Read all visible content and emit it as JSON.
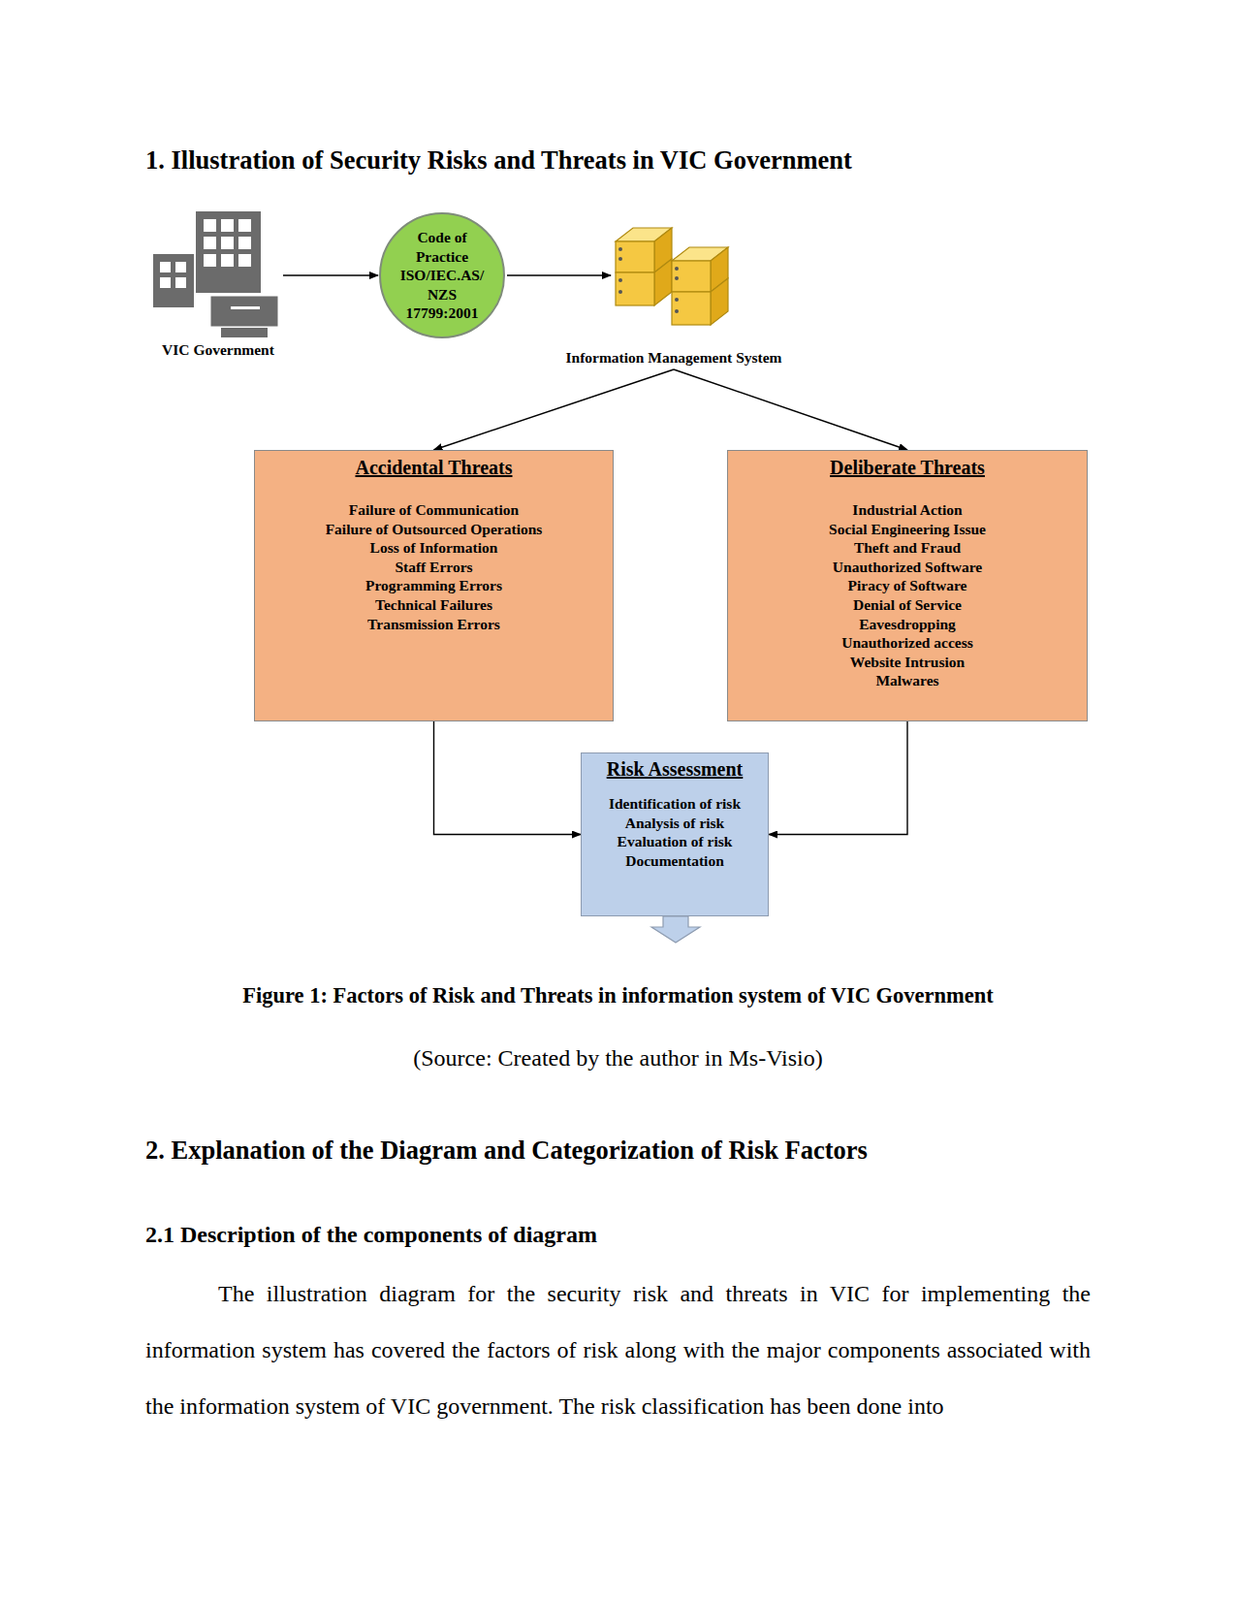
{
  "diagram": {
    "title": "1. Illustration of Security Risks and Threats in VIC Government",
    "caption": "Figure 1: Factors of Risk and Threats in information system of VIC Government",
    "nodes": [
      {
        "text": [
          "VIC Government"
        ]
      },
      {
        "text": [
          "Code of Practice ISO/IEC.AS/ NZS 17799:2001"
        ]
      },
      {
        "text": [
          "Information Management System"
        ]
      },
      {
        "text": [
          "Accidental Threats",
          "Failure of Communication",
          "Failure of Outsourced Operations",
          "Loss of Information",
          "Staff Errors",
          "Programming Errors",
          "Technical Failures",
          "Transmission Errors"
        ]
      },
      {
        "text": [
          "Deliberate Threats",
          "Industrial Action",
          "Social Engineering Issue",
          "Theft and Fraud",
          "Unauthorized Software",
          "Piracy of Software",
          "Denial of Service",
          "Eavesdropping",
          "Unauthorized access",
          "Website Intrusion",
          "Malwares"
        ]
      },
      {
        "text": [
          "Risk Assessment",
          "Identification of risk",
          "Analysis of risk",
          "Evaluation of risk",
          "Documentation"
        ]
      }
    ],
    "edges": [
      {
        "from": 0,
        "to": 1,
        "arrow": "to"
      },
      {
        "from": 1,
        "to": 2,
        "arrow": "to"
      },
      {
        "from": 2,
        "to": 3,
        "arrow": "to"
      },
      {
        "from": 2,
        "to": 4,
        "arrow": "to"
      },
      {
        "from": 3,
        "to": 5,
        "arrow": "to"
      },
      {
        "from": 4,
        "to": 5,
        "arrow": "to"
      }
    ],
    "labels": [
      "(Source: Created by the author in Ms-Visio)",
      "2. Explanation of the Diagram and Categorization of Risk Factors",
      "2.1 Description of the components of diagram",
      "The illustration diagram for the security risk and threats in VIC for implementing the information system has covered the factors of risk along with the major components associated with the information system of VIC government. The risk classification has been done into"
    ]
  }
}
